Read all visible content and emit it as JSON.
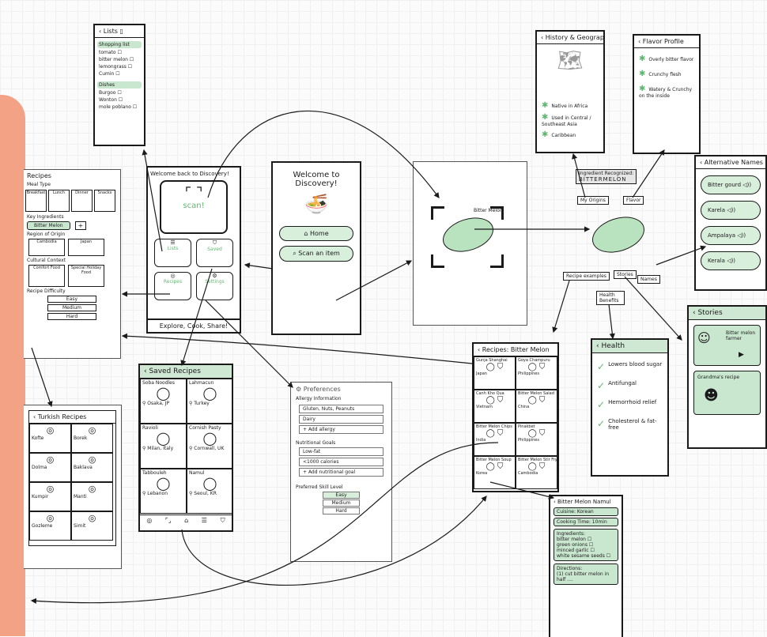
{
  "colors": {
    "accent": "#c9e7cf",
    "salmon": "#f4a286",
    "ink": "#1a1a1a"
  },
  "lists": {
    "title": "Lists",
    "shopping_header": "Shopping list",
    "shopping_items": [
      "tomato",
      "bitter melon",
      "lemongrass",
      "Cumin"
    ],
    "dishes_header": "Dishes",
    "dish_items": [
      "Burgoo",
      "Wonton",
      "mole poblano"
    ]
  },
  "recipes_filter": {
    "title": "Recipes",
    "meal_type": "Meal Type",
    "meal_options": [
      "Breakfast",
      "Lunch",
      "Dinner",
      "Snacks"
    ],
    "key_ingredients": "Key Ingredients",
    "ingredient_tag": "Bitter Melon",
    "region": "Region of Origin",
    "region_options": [
      "Cambodia",
      "Japan"
    ],
    "cultural": "Cultural Context",
    "cultural_options": [
      "Comfort Food",
      "Special Holiday Food"
    ],
    "difficulty": "Recipe Difficulty",
    "difficulty_options": [
      "Easy",
      "Medium",
      "Hard"
    ]
  },
  "home_menu": {
    "welcome": "Welcome back to Discovery!",
    "scan": "scan!",
    "tiles": [
      "Lists",
      "Saved",
      "Recipes",
      "Settings"
    ],
    "footer": "Explore, Cook, Share!"
  },
  "welcome": {
    "title_line1": "Welcome to",
    "title_line2": "Discovery!",
    "home_btn": "Home",
    "scan_btn_1": "Scan",
    "scan_btn_2": "an item"
  },
  "scan_view": {
    "label": "Bitter Melon"
  },
  "ingredient_view": {
    "header": "Ingredient Recognized:",
    "name": "BITTERMELON",
    "btn_origins": "My Origins",
    "btn_flavor": "Flavor",
    "btn_recipes": "Recipe examples",
    "btn_stories": "Stories",
    "btn_names": "Names",
    "btn_health": "Health Benefits"
  },
  "history": {
    "title": "History & Geography",
    "items": [
      "Native in Africa",
      "Used in Central / Southeast Asia",
      "Caribbean"
    ]
  },
  "flavor": {
    "title": "Flavor Profile",
    "items": [
      "Overly bitter flavor",
      "Crunchy flesh",
      "Watery & Crunchy on the inside"
    ]
  },
  "alt_names": {
    "title": "Alternative Names",
    "names": [
      "Bitter gourd",
      "Karela",
      "Ampalaya",
      "Kerala"
    ]
  },
  "stories": {
    "title": "Stories",
    "s1": "Bitter melon farmer",
    "s2": "Grandma's recipe"
  },
  "health": {
    "title": "Health",
    "items": [
      "Lowers blood sugar",
      "Antifungal",
      "Hemorrhoid relief",
      "Cholesterol & fat-free"
    ]
  },
  "saved": {
    "title": "Saved Recipes",
    "items": [
      {
        "name": "Soba Noodles",
        "loc": "Osaka, JP"
      },
      {
        "name": "Lahmacun",
        "loc": "Turkey"
      },
      {
        "name": "Ravioli",
        "loc": "Milan, Italy"
      },
      {
        "name": "Cornish Pasty",
        "loc": "Cornwall, UK"
      },
      {
        "name": "Tabbouleh",
        "loc": "Lebanon"
      },
      {
        "name": "Namul",
        "loc": "Seoul, KR"
      }
    ]
  },
  "preferences": {
    "title": "Preferences",
    "allergy": "Allergy Information",
    "allergies": [
      "Gluten, Nuts, Peanuts",
      "Dairy"
    ],
    "add_allergy": "Add allergy",
    "nutrition": "Nutritional Goals",
    "goals": [
      "Low-fat",
      "<1000 calories"
    ],
    "add_goal": "Add nutritional goal",
    "skill": "Preferred Skill Level",
    "levels": [
      "Easy",
      "Medium",
      "Hard"
    ]
  },
  "turkish": {
    "title": "Turkish Recipes",
    "items": [
      "Kofte",
      "Borek",
      "Dolma",
      "Baklava",
      "Kumpir",
      "Manti",
      "Gozleme",
      "Simit"
    ]
  },
  "bm_recipes": {
    "title": "Recipes: Bitter Melon",
    "items": [
      "Gunja Shanghai",
      "Goya Champuru",
      "Canh Kho Qua",
      "Bitter Melon Salad",
      "Bitter Melon Chips",
      "Pinakbet",
      "Bitter Melon Soup",
      "Bitter Melon Stir Fry"
    ],
    "origins": [
      "Japan",
      "Philippines",
      "Vietnam",
      "China",
      "India",
      "Philippines",
      "Korea",
      "Cambodia"
    ]
  },
  "bm_namul": {
    "title": "Bitter Melon Namul",
    "cuisine": "Cuisine: Korean",
    "time": "Cooking Time: 10min",
    "ing_title": "Ingredients:",
    "ingredients": [
      "bitter melon",
      "green onions",
      "minced garlic",
      "white sesame seeds"
    ],
    "dir_title": "Directions:",
    "dir_1": "(1) cut bitter melon in half ...."
  }
}
